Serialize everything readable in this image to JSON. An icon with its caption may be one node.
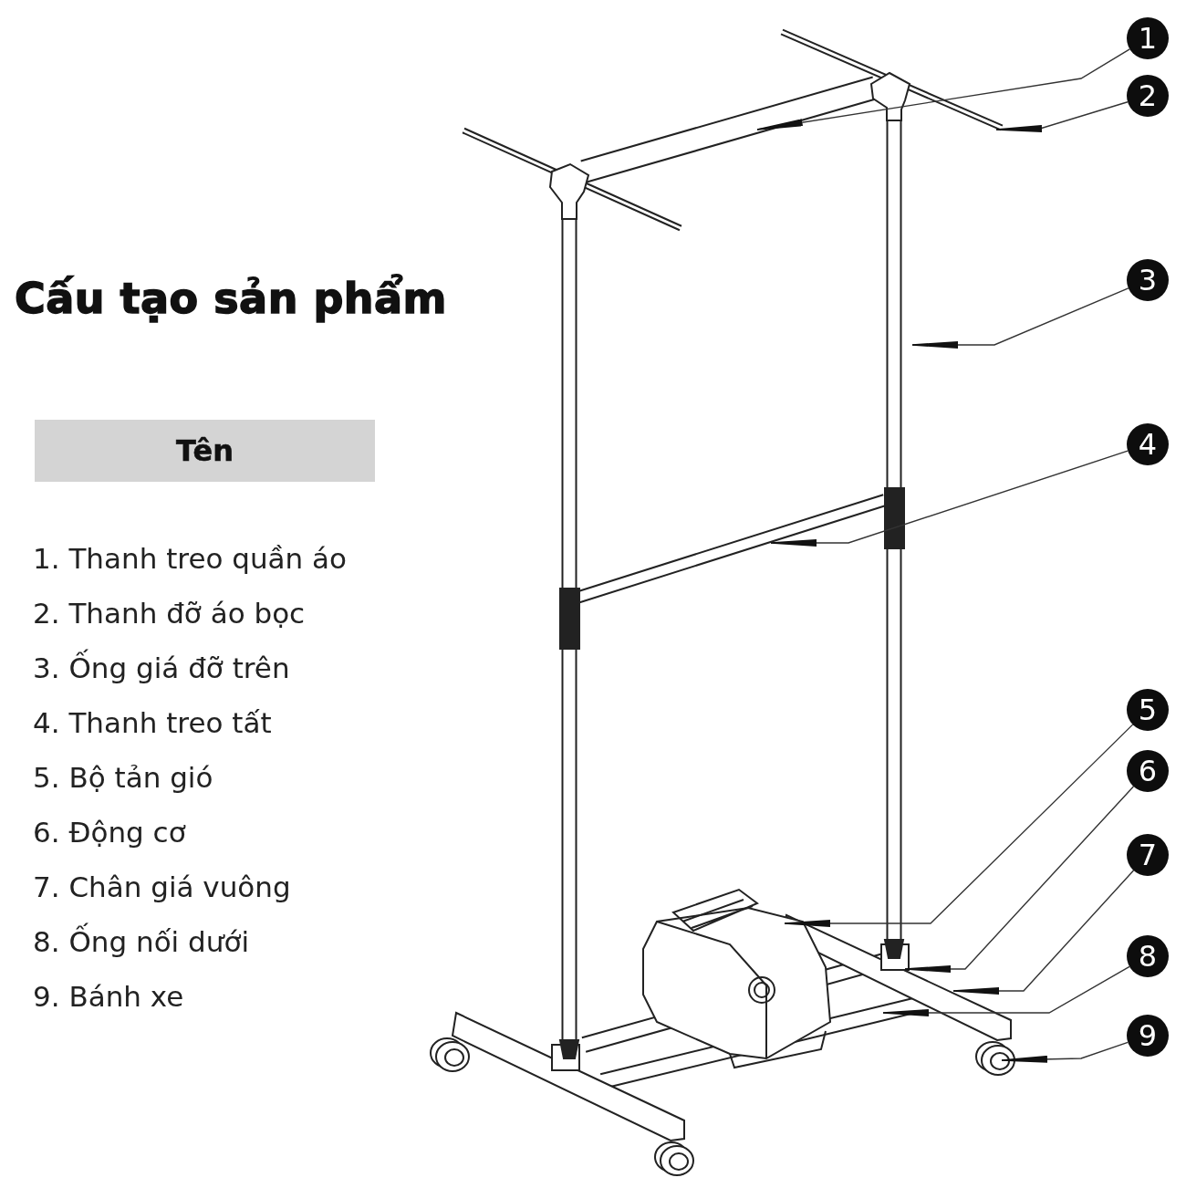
{
  "diagram": {
    "title": "Cấu tạo sản phẩm",
    "nodes": [
      {
        "text": [
          "Tên"
        ]
      },
      {
        "text": [
          "1"
        ]
      },
      {
        "text": [
          "2"
        ]
      },
      {
        "text": [
          "3"
        ]
      },
      {
        "text": [
          "4"
        ]
      },
      {
        "text": [
          "5"
        ]
      },
      {
        "text": [
          "6"
        ]
      },
      {
        "text": [
          "7"
        ]
      },
      {
        "text": [
          "8"
        ]
      },
      {
        "text": [
          "9"
        ]
      }
    ],
    "edges": [
      {
        "from": 1,
        "to": null,
        "arrow": "to"
      },
      {
        "from": 2,
        "to": null,
        "arrow": "to"
      },
      {
        "from": 3,
        "to": null,
        "arrow": "to"
      },
      {
        "from": 4,
        "to": null,
        "arrow": "to"
      },
      {
        "from": 5,
        "to": null,
        "arrow": "to"
      },
      {
        "from": 6,
        "to": null,
        "arrow": "to"
      },
      {
        "from": 7,
        "to": null,
        "arrow": "to"
      },
      {
        "from": 8,
        "to": null,
        "arrow": "to"
      },
      {
        "from": 9,
        "to": null,
        "arrow": "to"
      }
    ],
    "labels": [
      "1. Thanh treo quần áo",
      "2. Thanh đỡ áo bọc",
      "3. Ống giá đỡ trên",
      "4. Thanh treo tất",
      "5. Bộ tản gió",
      "6. Động cơ",
      "7. Chân giá vuông",
      "8. Ống nối dưới",
      "9. Bánh xe"
    ]
  }
}
